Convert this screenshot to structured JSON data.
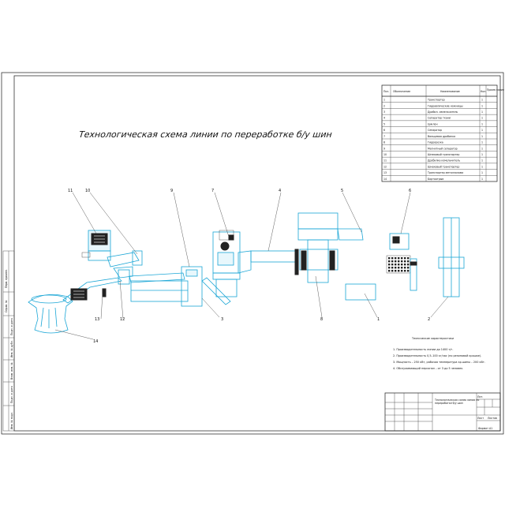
{
  "title": "Технологическая схема линии по переработке б/у шин",
  "parts_table": {
    "headers": [
      "Поз.",
      "Обозначение",
      "Наименование",
      "Кол.",
      "Приме-чание"
    ],
    "rows": [
      [
        "1",
        "",
        "Транспортер",
        "1"
      ],
      [
        "2",
        "",
        "Гидравлические ножницы",
        "1"
      ],
      [
        "3",
        "",
        "Дробил. измельчитель",
        "1"
      ],
      [
        "4",
        "",
        "Сепаратор ткани",
        "1"
      ],
      [
        "5",
        "",
        "Циклон",
        "1"
      ],
      [
        "6",
        "",
        "Сепаратор",
        "1"
      ],
      [
        "7",
        "",
        "Вальцевая дробилка",
        "1"
      ],
      [
        "8",
        "",
        "Гидрорезка",
        "1"
      ],
      [
        "9",
        "",
        "Магнитный сепаратор",
        "1"
      ],
      [
        "10",
        "",
        "Шнековый транспортер",
        "1"
      ],
      [
        "11",
        "",
        "Дробилка измельчитель",
        "1"
      ],
      [
        "12",
        "",
        "Шнековый транспортер",
        "1"
      ],
      [
        "13",
        "",
        "Транспортер металлолома",
        "1"
      ],
      [
        "14",
        "",
        "Бортоотрыв",
        "1"
      ]
    ]
  },
  "callouts": [
    "11",
    "10",
    "9",
    "7",
    "4",
    "5",
    "3",
    "13",
    "12",
    "14",
    "8",
    "1",
    "6",
    "2"
  ],
  "tech_notes": {
    "heading": "Технические характеристики",
    "lines": [
      "1. Производительность линии до 1400 т/г.",
      "2. Производительность 0,5–100 кг/час (по резиновой крошке).",
      "3. Мощность – 250 кВт, рабочая температура кр.шины – 200 кВт.",
      "4. Обслуживающий персонал – от 3 до 5 человек."
    ]
  },
  "title_block": {
    "name": "Технологическая схема линии по переработке б/у шин",
    "sheet_label": "Лист",
    "sheets_label": "Листов",
    "format": "Формат А1",
    "stage": "Лит."
  },
  "side_stamps": [
    "Перв. примен.",
    "Справ. №",
    "Подп. и дата",
    "Инв. № дубл.",
    "Взам. инв. №",
    "Подп. и дата",
    "Инв. № подл."
  ]
}
